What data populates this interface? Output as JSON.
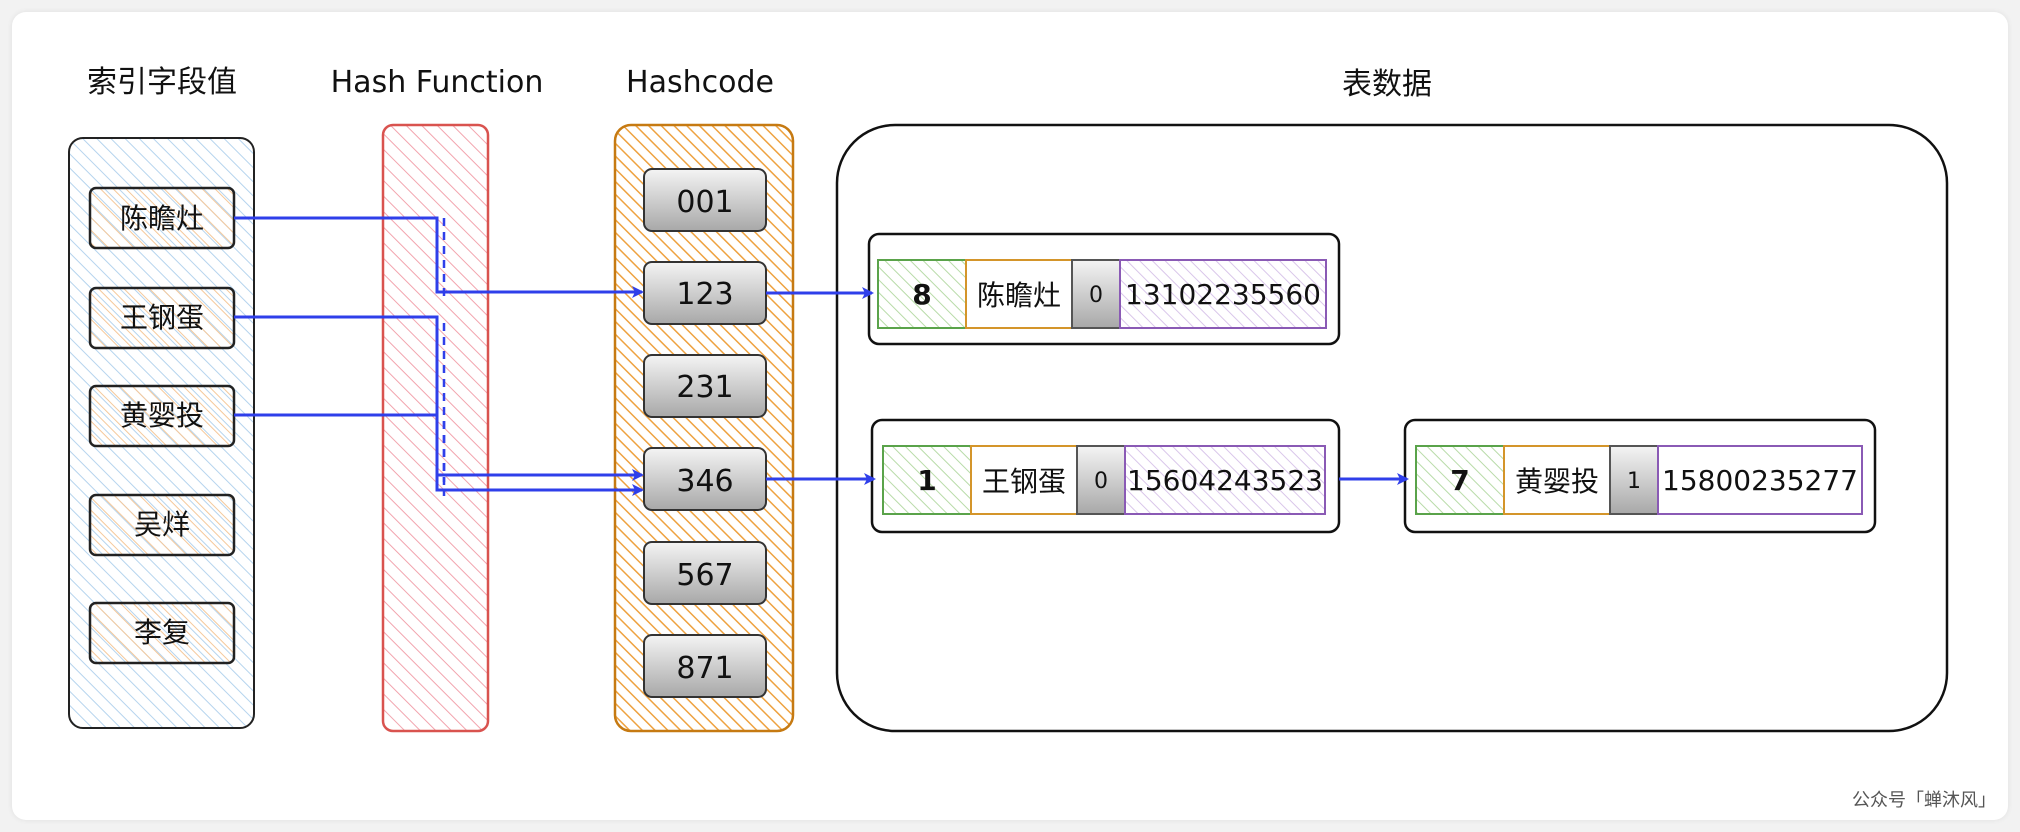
{
  "columns": {
    "index_field": "索引字段值",
    "hash_function": "Hash Function",
    "hashcode": "Hashcode",
    "table_data": "表数据"
  },
  "index_values": [
    "陈瞻灶",
    "王钢蛋",
    "黄婴投",
    "吴烊",
    "李复"
  ],
  "hashcodes": [
    "001",
    "123",
    "231",
    "346",
    "567",
    "871"
  ],
  "records": [
    {
      "id": "8",
      "name": "陈瞻灶",
      "pointer": "0",
      "phone": "13102235560"
    },
    {
      "id": "1",
      "name": "王钢蛋",
      "pointer": "0",
      "phone": "15604243523"
    },
    {
      "id": "7",
      "name": "黄婴投",
      "pointer": "1",
      "phone": "15800235277"
    }
  ],
  "watermark": "公众号「蝉沐风」",
  "colors": {
    "arrow": "#2f3fea",
    "index_fill": "#cfe3f5",
    "hash_fill": "#f4a6b0",
    "hash_stroke": "#d9534f",
    "code_fill": "#f0a640",
    "code_stroke": "#c67a12",
    "id_stroke": "#5aa34a",
    "name_stroke": "#d4952a",
    "phone_stroke": "#8a5ab5"
  }
}
